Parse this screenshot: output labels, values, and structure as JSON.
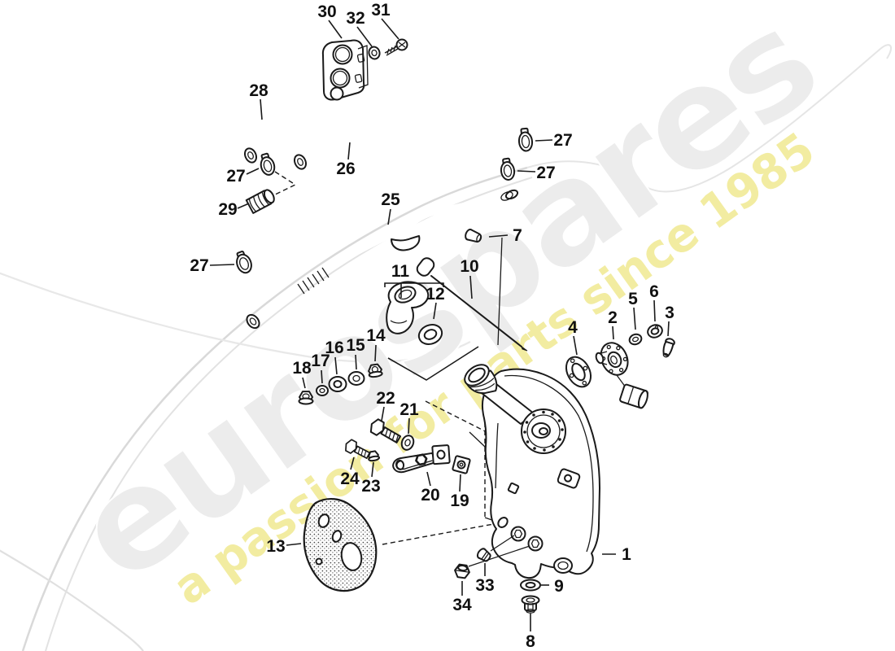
{
  "colors": {
    "background": "#ffffff",
    "line_art": "#1a1a1a",
    "watermark_gray": "#ececec",
    "watermark_yellow": "#f2eca1",
    "swoosh_gray": "#dedede"
  },
  "watermark": {
    "brand": "eurospares",
    "tagline": "a passion for parts since 1985"
  },
  "callouts": {
    "1": "1",
    "2": "2",
    "3": "3",
    "4": "4",
    "5": "5",
    "6": "6",
    "7": "7",
    "8": "8",
    "9": "9",
    "10": "10",
    "11": "11",
    "12": "12",
    "13": "13",
    "14": "14",
    "15": "15",
    "16": "16",
    "17": "17",
    "18": "18",
    "19": "19",
    "20": "20",
    "21": "21",
    "22": "22",
    "23": "23",
    "24": "24",
    "25": "25",
    "26": "26",
    "27": "27",
    "28": "28",
    "29": "29",
    "30": "30",
    "31": "31",
    "32": "32",
    "33": "33",
    "34": "34"
  }
}
